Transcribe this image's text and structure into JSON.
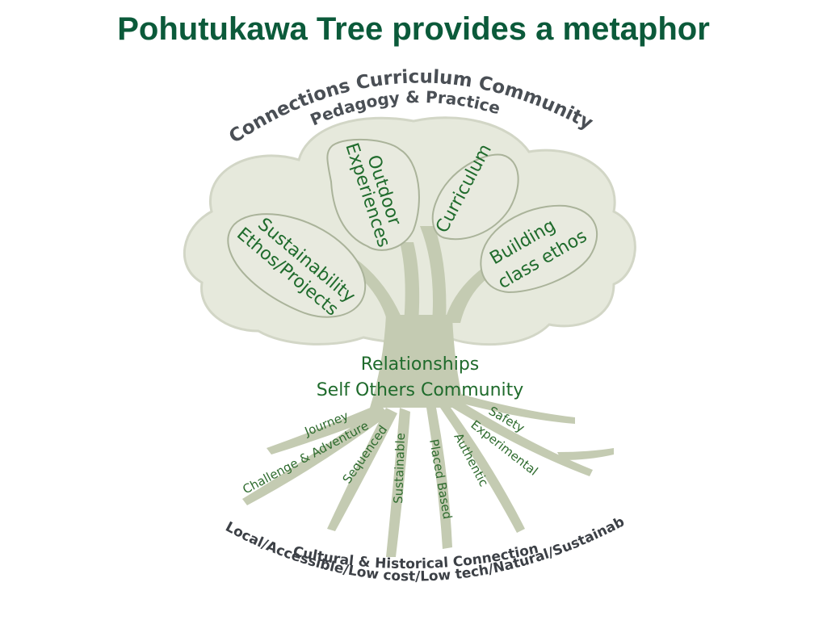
{
  "title": "Pohutukawa Tree provides a metaphor",
  "canopy": {
    "arc_line_1": "Connections Curriculum Community",
    "arc_line_2": "Pedagogy & Practice"
  },
  "leaves": {
    "outdoor_line_1": "Outdoor",
    "outdoor_line_2": "Experiences",
    "curriculum": "Curriculum",
    "building_line_1": "Building",
    "building_line_2": "class ethos",
    "sustainability_line_1": "Sustainability",
    "sustainability_line_2": "Ethos/Projects"
  },
  "trunk": {
    "line_1": "Relationships",
    "line_2": "Self Others Community"
  },
  "roots": {
    "journey": "Journey",
    "challenge": "Challenge & Adventure",
    "sequenced": "Sequenced",
    "sustainable": "Sustainable",
    "placed_based": "Placed Based",
    "authentic": "Authentic",
    "experimental": "Experimental",
    "safety": "Safety"
  },
  "base": {
    "line_1": "Cultural & Historical Connections",
    "line_2": "Local/Accessible/Low cost/Low tech/Natural/Sustainable"
  },
  "colors": {
    "title": "#0b5a3a",
    "canopy_fill": "#e6e9dc",
    "tree_fill": "#c4cbb2",
    "leaf_text": "#1f6b2c"
  }
}
